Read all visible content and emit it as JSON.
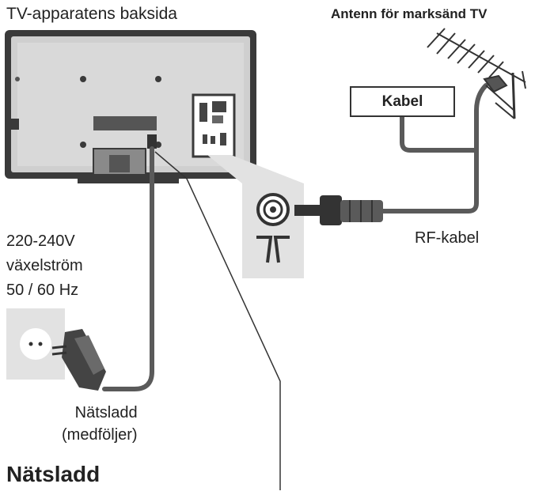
{
  "labels": {
    "tv_back": "TV-apparatens baksida",
    "antenna": "Antenn för marksänd TV",
    "cable_box": "Kabel",
    "rf_cable": "RF-kabel",
    "voltage": "220-240V",
    "ac_current": "växelström",
    "frequency": "50 / 60 Hz",
    "power_cord": "Nätsladd",
    "supplied": "(medföljer)",
    "section_heading": "Nätsladd"
  },
  "colors": {
    "tv_frame": "#3a3a3a",
    "tv_panel": "#cfcfcf",
    "cable": "#5a5a5a",
    "callout": "#e2e2e2"
  }
}
